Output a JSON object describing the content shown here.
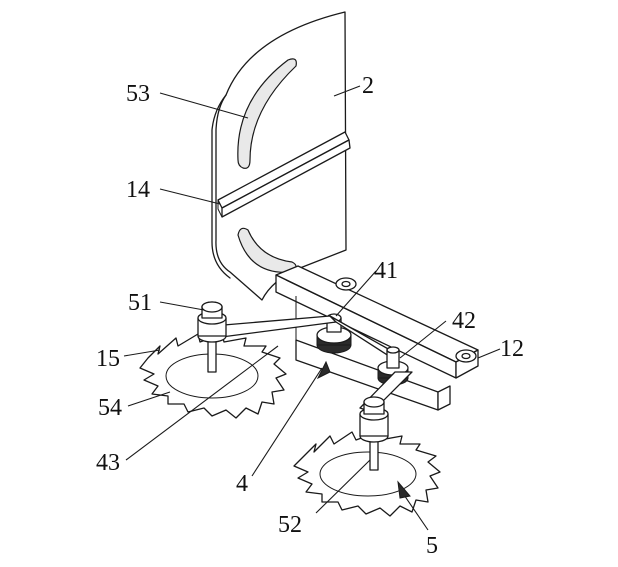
{
  "labels": {
    "l53": "53",
    "l2": "2",
    "l14": "14",
    "l41": "41",
    "l51": "51",
    "l42": "42",
    "l12": "12",
    "l15": "15",
    "l54": "54",
    "l43": "43",
    "l4": "4",
    "l52": "52",
    "l5": "5"
  }
}
